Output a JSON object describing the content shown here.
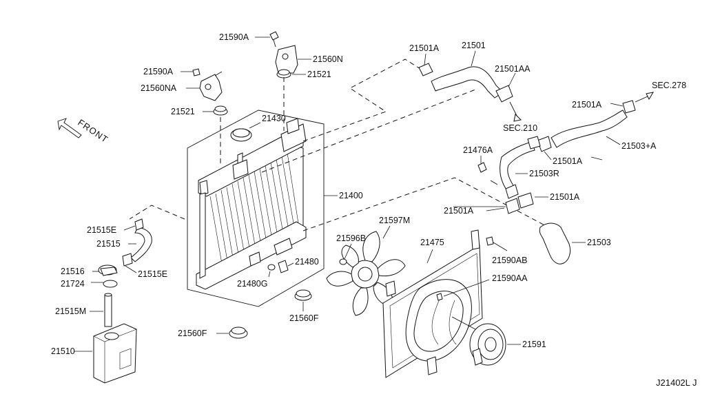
{
  "diagram_code": "J21402L J",
  "front_label": "FRONT",
  "labels": {
    "p21590A_top": "21590A",
    "p21560N": "21560N",
    "p21521_top": "21521",
    "p21590A_left": "21590A",
    "p21560NA": "21560NA",
    "p21521_left": "21521",
    "p21430": "21430",
    "p21400": "21400",
    "p21501A_1": "21501A",
    "p21501": "21501",
    "p21501AA": "21501AA",
    "sec210": "SEC.210",
    "sec278": "SEC.278",
    "p21501A_2": "21501A",
    "p21503A": "21503+A",
    "p21476A": "21476A",
    "p21501A_3": "21501A",
    "p21503R": "21503R",
    "p21501A_4": "21501A",
    "p21501A_5": "21501A",
    "p21503": "21503",
    "p21515E_1": "21515E",
    "p21515": "21515",
    "p21516": "21516",
    "p21515E_2": "21515E",
    "p21724": "21724",
    "p21515M": "21515M",
    "p21510": "21510",
    "p21596B": "21596B",
    "p21597M": "21597M",
    "p21475": "21475",
    "p21590AB": "21590AB",
    "p21590AA": "21590AA",
    "p21480": "21480",
    "p21480G": "21480G",
    "p21560F_1": "21560F",
    "p21560F_2": "21560F",
    "p21591": "21591"
  }
}
